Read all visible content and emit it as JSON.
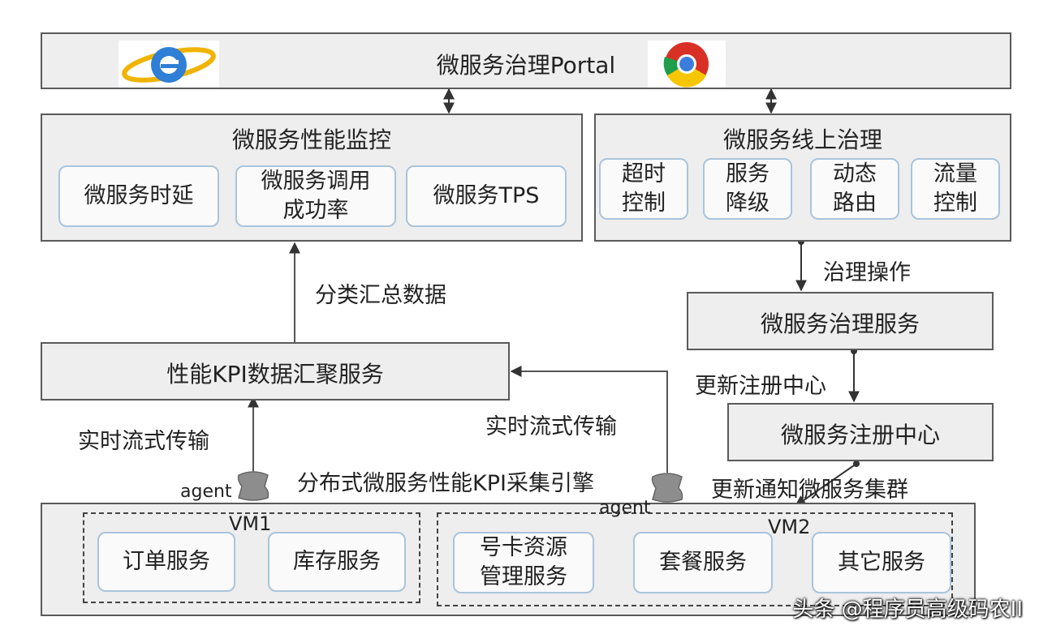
{
  "portal": {
    "title": "微服务治理Portal"
  },
  "monitor": {
    "title": "微服务性能监控",
    "items": [
      "微服务时延",
      "微服务调用\n成功率",
      "微服务TPS"
    ]
  },
  "online": {
    "title": "微服务线上治理",
    "items": [
      "超时\n控制",
      "服务\n降级",
      "动态\n路由",
      "流量\n控制"
    ]
  },
  "kpi_service": {
    "title": "性能KPI数据汇聚服务"
  },
  "gov_service": {
    "title": "微服务治理服务"
  },
  "registry": {
    "title": "微服务注册中心"
  },
  "engine": {
    "title": "分布式微服务性能KPI采集引擎",
    "vm1": {
      "label": "VM1",
      "items": [
        "订单服务",
        "库存服务"
      ]
    },
    "vm2": {
      "label": "VM2",
      "items": [
        "号卡资源\n管理服务",
        "套餐服务",
        "其它服务"
      ]
    }
  },
  "labels": {
    "summary": "分类汇总数据",
    "stream_left": "实时流式传输",
    "stream_right": "实时流式传输",
    "gov_op": "治理操作",
    "update_registry": "更新注册中心",
    "notify_cluster": "更新通知微服务集群",
    "agent_left": "agent",
    "agent_right": "agent"
  },
  "icons": [
    "ie-browser-icon",
    "chrome-browser-icon",
    "agent-probe-icon"
  ],
  "colors": {
    "box_fill": "#eeeeee",
    "box_border": "#5a5a5a",
    "inner_border": "#a9c4dd"
  },
  "watermark": "头条 @程序员高级码农II"
}
